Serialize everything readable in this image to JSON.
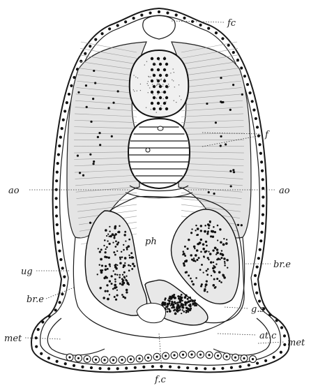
{
  "labels": {
    "fc_top": "fc",
    "f": "f",
    "ao_left": "ao",
    "ao_right": "ao",
    "ph": "ph",
    "br_e_right": "br.e",
    "ug": "ug",
    "br_e_left": "br.e",
    "g_s": "g.s",
    "at_c": "at.c",
    "met_left": "met",
    "met_right": "met",
    "fc_bottom": "f.c"
  }
}
